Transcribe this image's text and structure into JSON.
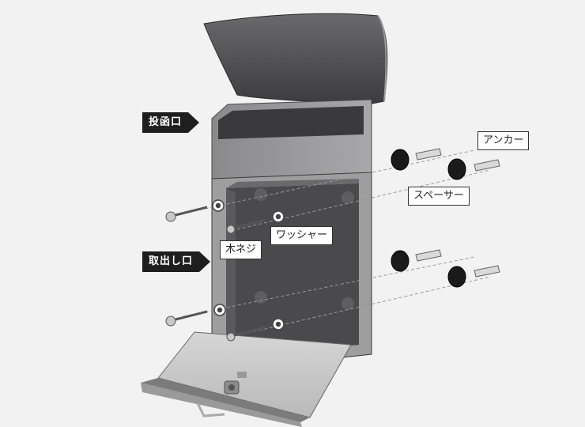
{
  "labels": {
    "slot": "投函口",
    "outlet": "取出し口",
    "anchor": "アンカー",
    "spacer": "スペーサー",
    "washer": "ワッシャー",
    "wood_screw": "木ネジ"
  },
  "colors": {
    "background": "#f2f2f2",
    "tag_dark": "#1e1e1e",
    "box_dark": "#4a4a4c",
    "box_light": "#c9c9c9"
  }
}
